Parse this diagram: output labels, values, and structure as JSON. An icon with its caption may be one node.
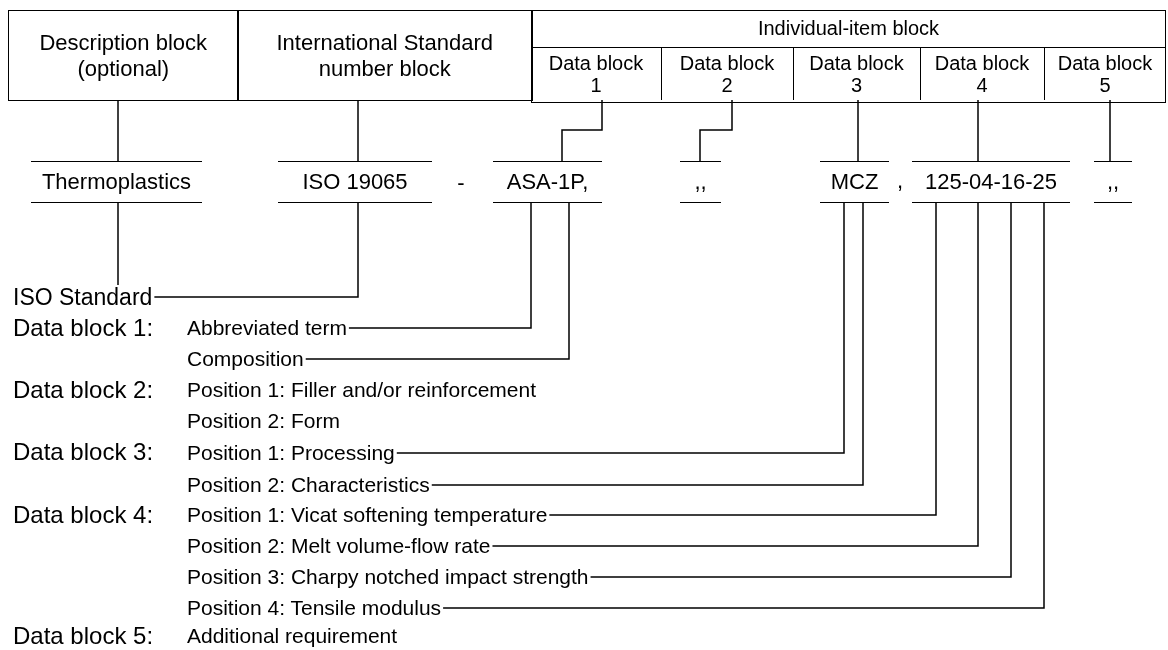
{
  "diagram": {
    "nodes": [
      {
        "text": [
          "Description block (optional)"
        ]
      },
      {
        "text": [
          "International Standard number block"
        ]
      },
      {
        "text": [
          "Individual-item block"
        ]
      },
      {
        "text": [
          "Data block 1"
        ],
        "in": 2
      },
      {
        "text": [
          "Data block 2"
        ],
        "in": 2
      },
      {
        "text": [
          "Data block 3"
        ],
        "in": 2
      },
      {
        "text": [
          "Data block 4"
        ],
        "in": 2
      },
      {
        "text": [
          "Data block 5"
        ],
        "in": 2
      },
      {
        "text": [
          "Thermoplastics"
        ]
      },
      {
        "text": [
          "ISO 19065"
        ]
      },
      {
        "text": [
          "ASA-1P,"
        ]
      },
      {
        "text": [
          ",,"
        ]
      },
      {
        "text": [
          "MCZ"
        ]
      },
      {
        "text": [
          "125-04-16-25"
        ]
      },
      {
        "text": [
          ",,"
        ]
      },
      {
        "text": [
          "ISO Standard"
        ]
      },
      {
        "text": [
          "Abbreviated term"
        ]
      },
      {
        "text": [
          "Composition"
        ]
      },
      {
        "text": [
          "Position 1: Processing"
        ]
      },
      {
        "text": [
          "Position 2: Characteristics"
        ]
      },
      {
        "text": [
          "Position 1: Vicat softening temperature"
        ]
      },
      {
        "text": [
          "Position 2: Melt volume-flow rate"
        ]
      },
      {
        "text": [
          "Position 3: Charpy notched impact strength"
        ]
      },
      {
        "text": [
          "Position 4: Tensile modulus"
        ]
      }
    ],
    "edges": [
      {
        "from": 0,
        "to": 8,
        "arrow": "none"
      },
      {
        "from": 1,
        "to": 9,
        "arrow": "none"
      },
      {
        "from": 3,
        "to": 10,
        "arrow": "none"
      },
      {
        "from": 4,
        "to": 11,
        "arrow": "none"
      },
      {
        "from": 5,
        "to": 12,
        "arrow": "none"
      },
      {
        "from": 6,
        "to": 13,
        "arrow": "none"
      },
      {
        "from": 7,
        "to": 14,
        "arrow": "none"
      },
      {
        "from": 8,
        "to": 15,
        "arrow": "none"
      },
      {
        "from": 9,
        "to": 15,
        "arrow": "none"
      },
      {
        "from": 10,
        "to": 16,
        "arrow": "none"
      },
      {
        "from": 10,
        "to": 17,
        "arrow": "none"
      },
      {
        "from": 12,
        "to": 18,
        "arrow": "none"
      },
      {
        "from": 12,
        "to": 19,
        "arrow": "none"
      },
      {
        "from": 13,
        "to": 20,
        "arrow": "none"
      },
      {
        "from": 13,
        "to": 21,
        "arrow": "none"
      },
      {
        "from": 13,
        "to": 22,
        "arrow": "none"
      },
      {
        "from": 13,
        "to": 23,
        "arrow": "none"
      }
    ],
    "labels": [
      "-",
      ",",
      "Data block 1:",
      "Data block 2:",
      "Position 1: Filler and/or reinforcement",
      "Position 2: Form",
      "Data block 3:",
      "Data block 4:",
      "Data block 5:",
      "Additional requirement"
    ]
  }
}
